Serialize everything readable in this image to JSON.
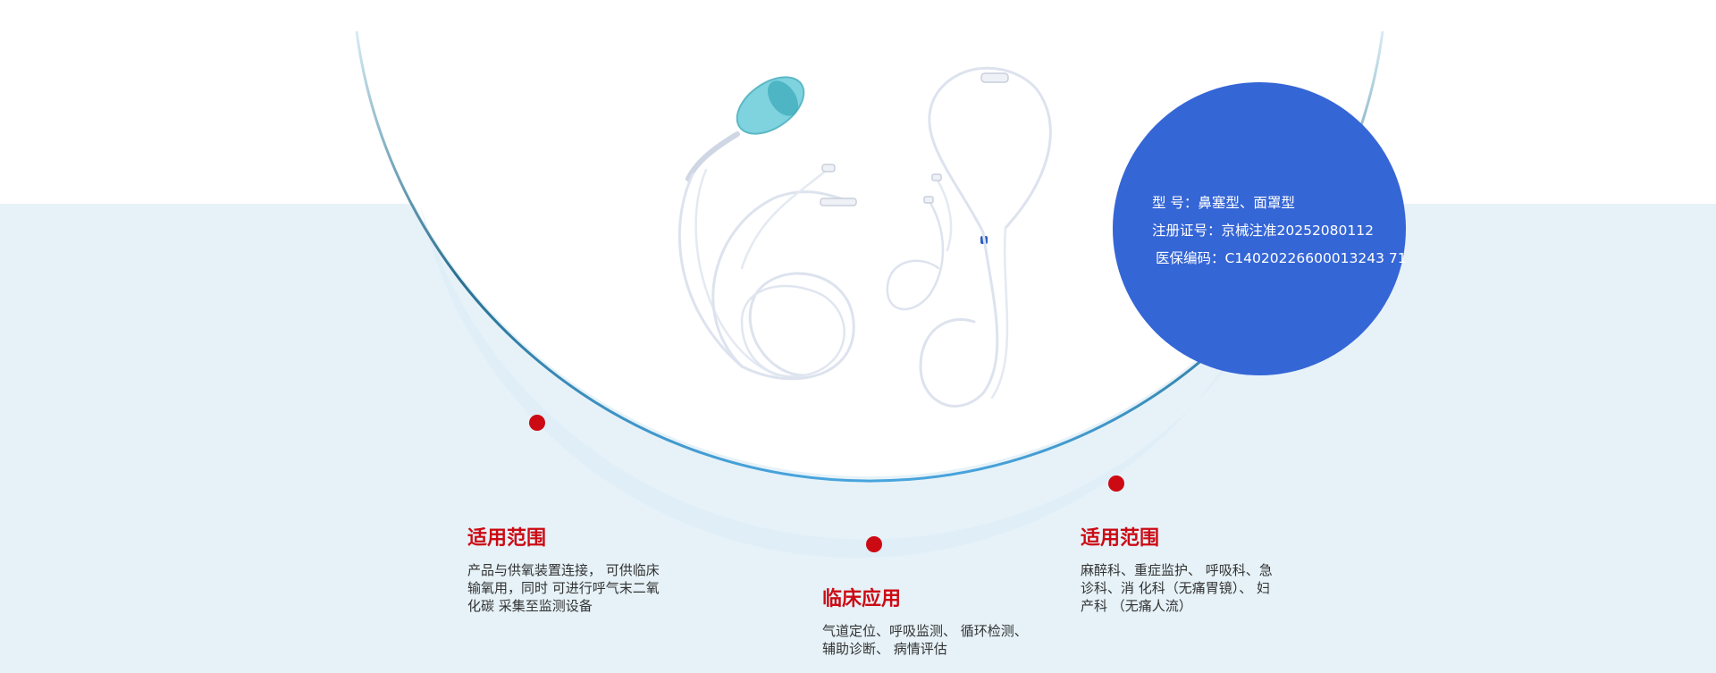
{
  "colors": {
    "band": "#e6f2f8",
    "arc_dark": "#2a6f8f",
    "arc_light": "#48a4dd",
    "dot": "#cc0a14",
    "info_circle": "#3566d6",
    "heading": "#cc0a14"
  },
  "info": {
    "model": "型 号：鼻塞型、面罩型",
    "registration": "注册证号：京械注准20252080112",
    "insurance_code": "医保编码：C14020226600013243 71"
  },
  "blocks": {
    "left": {
      "title": "适用范围",
      "text": "产品与供氧装置连接， 可供临床输氧用，同时 可进行呼气末二氧化碳 采集至监测设备"
    },
    "center": {
      "title": "临床应用",
      "text": "气道定位、呼吸监测、 循环检测、辅助诊断、 病情评估"
    },
    "right": {
      "title": "适用范围",
      "text": "麻醉科、重症监护、 呼吸科、急诊科、消 化科（无痛胃镜）、 妇产科 （无痛人流）"
    }
  },
  "product_images": {
    "left": "oxygen-mask-cannula",
    "right": "nasal-cannula"
  }
}
